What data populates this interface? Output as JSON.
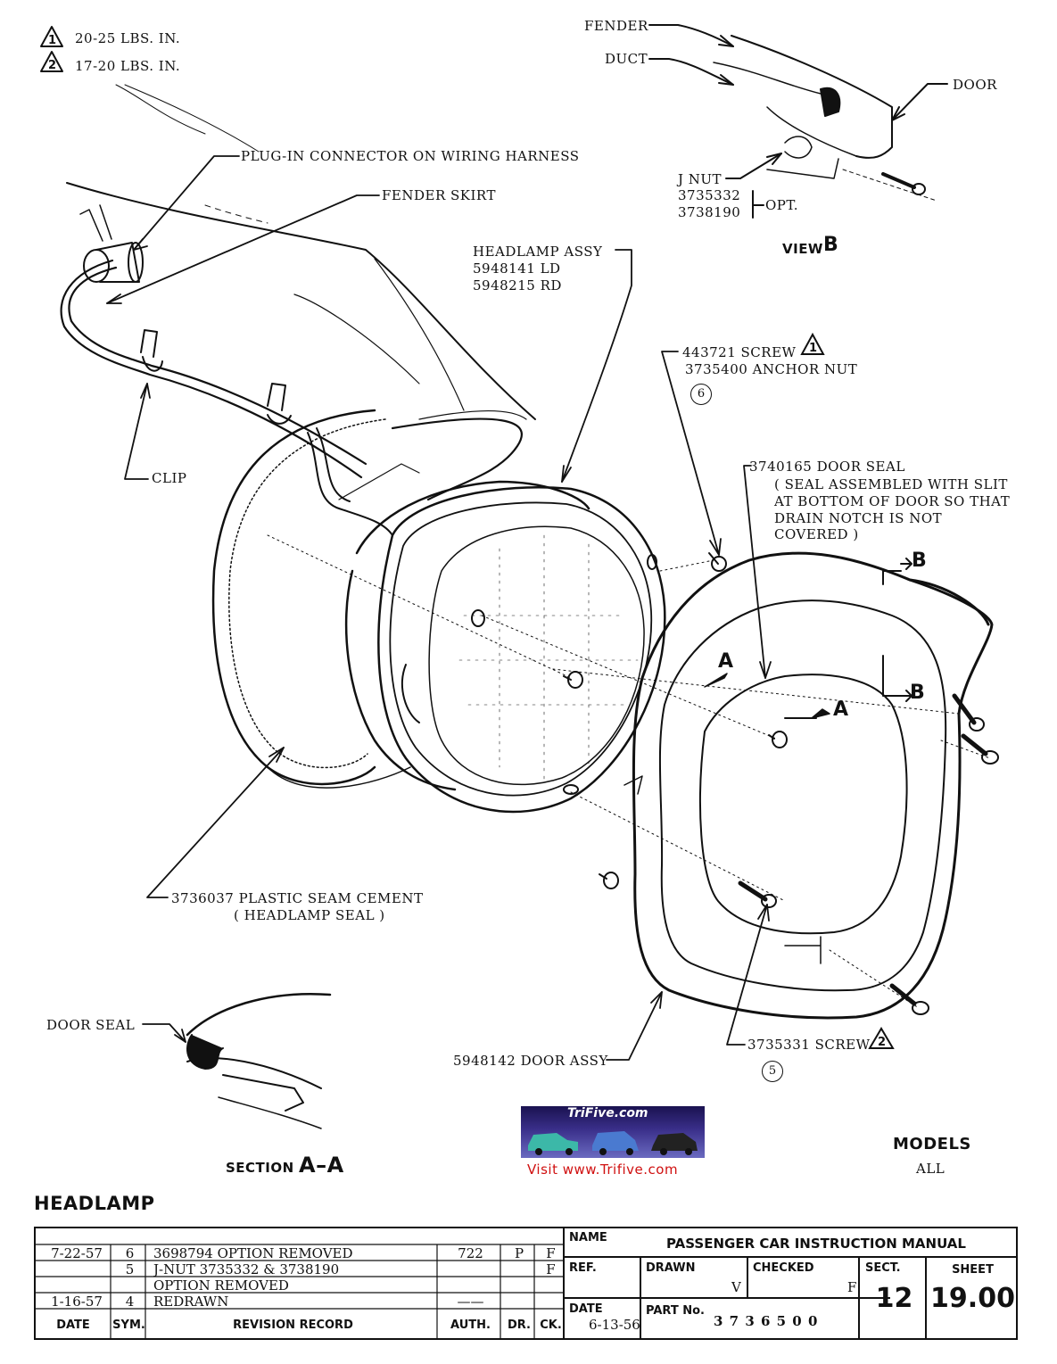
{
  "torque_notes": [
    {
      "symbol": "1",
      "text": "20-25 LBS. IN."
    },
    {
      "symbol": "2",
      "text": "17-20 LBS. IN."
    }
  ],
  "labels": {
    "plug_in": "PLUG-IN CONNECTOR ON WIRING HARNESS",
    "fender_skirt": "FENDER SKIRT",
    "clip": "CLIP",
    "headlamp_assy": "HEADLAMP ASSY",
    "headlamp_ld": "5948141 LD",
    "headlamp_rd": "5948215 RD",
    "screw_1": "443721 SCREW",
    "anchor_nut": "3735400 ANCHOR NUT",
    "callout_6": "6",
    "door_seal_1": "3740165 DOOR SEAL",
    "door_seal_2": "( SEAL ASSEMBLED WITH SLIT",
    "door_seal_3": "AT BOTTOM OF DOOR SO THAT",
    "door_seal_4": "DRAIN NOTCH IS NOT",
    "door_seal_5": "COVERED )",
    "cement_1": "3736037 PLASTIC SEAM CEMENT",
    "cement_2": "( HEADLAMP SEAL )",
    "door_seal_section": "DOOR SEAL",
    "door_assy": "5948142 DOOR ASSY",
    "screw_2": "3735331 SCREW",
    "callout_5": "5",
    "section_word": "SECTION",
    "section_letters": "A–A",
    "arrow_a": "A",
    "arrow_b": "B"
  },
  "view_b": {
    "fender": "FENDER",
    "duct": "DUCT",
    "door": "DOOR",
    "j_nut": "J NUT",
    "part1": "3735332",
    "part2": "3738190",
    "opt": "OPT.",
    "title_word": "VIEW",
    "title_letter": "B"
  },
  "logo": {
    "brand": "TriFive.com",
    "visit": "Visit www.Trifive.com"
  },
  "models": {
    "title": "MODELS",
    "value": "ALL"
  },
  "page_title": "HEADLAMP",
  "revisions": [
    {
      "date": "7-22-57",
      "sym": "6",
      "record": "3698794 OPTION REMOVED",
      "auth": "722",
      "dr": "P",
      "ck": "F"
    },
    {
      "date": "",
      "sym": "5",
      "record": "J-NUT 3735332 & 3738190",
      "auth": "",
      "dr": "",
      "ck": "F"
    },
    {
      "date": "",
      "sym": "",
      "record": "OPTION REMOVED",
      "auth": "",
      "dr": "",
      "ck": ""
    },
    {
      "date": "1-16-57",
      "sym": "4",
      "record": "REDRAWN",
      "auth": "——",
      "dr": "",
      "ck": ""
    }
  ],
  "revision_headers": {
    "date": "DATE",
    "sym": "SYM.",
    "record": "REVISION RECORD",
    "auth": "AUTH.",
    "dr": "DR.",
    "ck": "CK."
  },
  "title_block": {
    "name_label": "NAME",
    "name_value": "PASSENGER CAR INSTRUCTION MANUAL",
    "ref_label": "REF.",
    "drawn_label": "DRAWN",
    "drawn_value": "V",
    "checked_label": "CHECKED",
    "checked_value": "F",
    "sect_label": "SECT.",
    "sect_value": "12",
    "sheet_label": "SHEET",
    "sheet_value": "19.00",
    "date_label": "DATE",
    "date_value": "6-13-56",
    "part_label": "PART No.",
    "part_value": "3 7 3 6 5 0 0"
  }
}
